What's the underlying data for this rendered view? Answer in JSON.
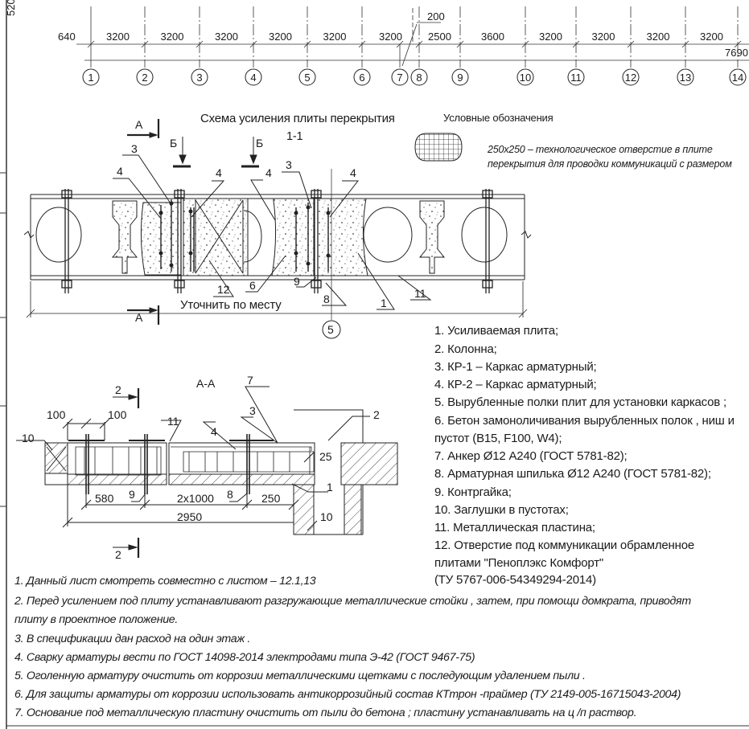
{
  "axes": {
    "top_dim": "520",
    "left_dim": "640",
    "offset_dim": "200",
    "total_dim": "7690",
    "spans": [
      "3200",
      "3200",
      "3200",
      "3200",
      "3200",
      "3200",
      "2500",
      "3600",
      "3200",
      "3200",
      "3200",
      "3200"
    ],
    "labels": [
      "1",
      "2",
      "3",
      "4",
      "5",
      "6",
      "7",
      "8",
      "9",
      "10",
      "11",
      "12",
      "13",
      "14"
    ]
  },
  "section_1_1": {
    "title": "Схема усиления плиты перекрытия",
    "subtitle": "1-1",
    "cut_a": "А",
    "cut_b": "Б",
    "note": "Уточнить по месту",
    "axis_bubble": "5",
    "callouts": [
      "3",
      "4",
      "4",
      "4",
      "3",
      "4",
      "12",
      "6",
      "9",
      "8",
      "1",
      "11"
    ]
  },
  "legend": {
    "title": "Условные обозначения",
    "line1": "250x250  – технологическое отверстие в плите",
    "line2": "перекрытия для проводки коммуникаций с размером"
  },
  "section_a_a": {
    "title": "А-А",
    "cut_label": "2",
    "callouts": [
      "7",
      "3",
      "11",
      "4",
      "10",
      "2",
      "1",
      "9",
      "8"
    ],
    "dims": [
      "100",
      "100",
      "25",
      "580",
      "2x1000",
      "250",
      "2950",
      "10"
    ]
  },
  "items": [
    "1. Усиливаемая плита;",
    "2. Колонна;",
    "3. КР-1 – Каркас арматурный;",
    "4. КР-2 – Каркас арматурный;",
    "5. Вырубленные полки плит для установки каркасов ;",
    "6. Бетон замоноличивания вырубленных полок , ниш и",
    "пустот (B15, F100, W4);",
    "7. Анкер Ø12 А240 (ГОСТ 5781-82);",
    "8. Арматурная шпилька Ø12 А240 (ГОСТ 5781-82);",
    "9. Контргайка;",
    "10. Заглушки в пустотах;",
    "11. Металлическая пластина;",
    "12. Отверстие под коммуникации обрамленное",
    "плитами \"Пеноплэкс Комфорт\"",
    "(ТУ 5767-006-54349294-2014)"
  ],
  "notes": [
    "1. Данный лист смотреть совместно с листом  – 12.1,13",
    "2. Перед усилением под плиту устанавливают разгружающие металлические стойки  , затем, при помощи домкрата, приводят",
    "плиту в проектное положение.",
    "3. В спецификации дан расход на один этаж .",
    "4. Сварку арматуры вести по ГОСТ  14098-2014 электродами типа Э-42 (ГОСТ 9467-75)",
    "5. Оголенную арматуру очистить от коррозии металлическими щетками с последующим удалением пыли  .",
    "6. Для защиты арматуры от коррозии использовать антикоррозийный состав КТтрон  -праймер (ТУ 2149-005-16715043-2004)",
    "7. Основание под металлическую пластину очистить от пыли до бетона ; пластину устанавливать на ц /п раствор."
  ]
}
